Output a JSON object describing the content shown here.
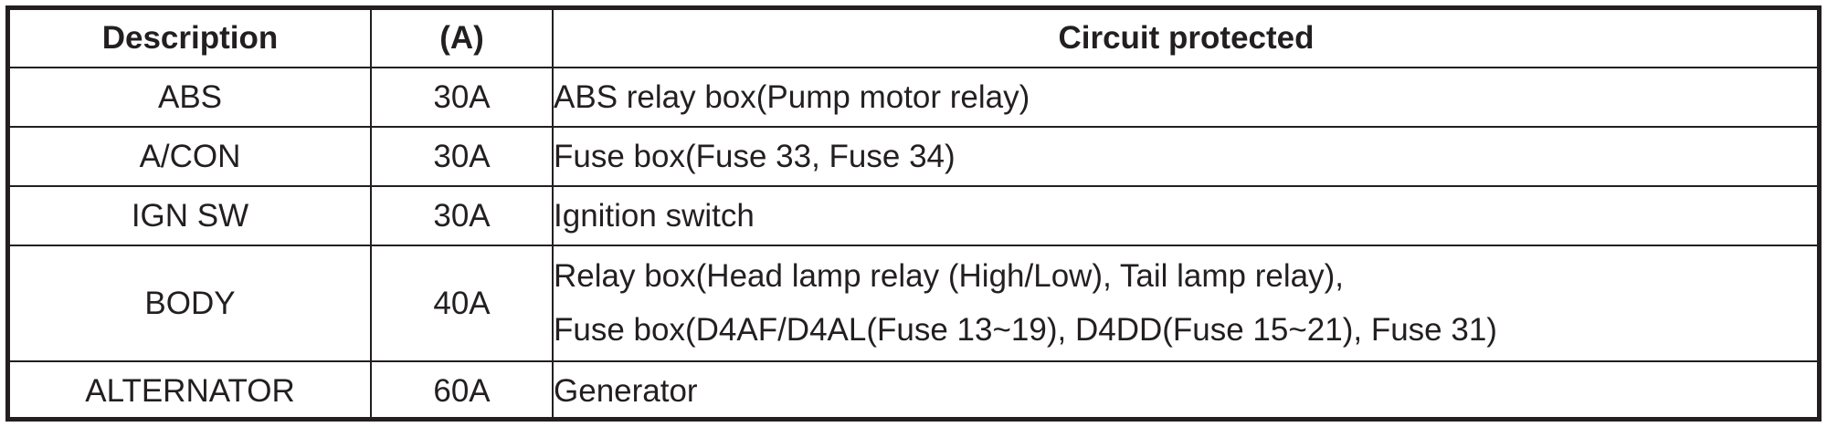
{
  "table": {
    "headers": [
      "Description",
      "(A)",
      "Circuit protected"
    ],
    "rows": [
      {
        "description": "ABS",
        "amps": "30A",
        "circuit": [
          "ABS relay box(Pump motor relay)"
        ]
      },
      {
        "description": "A/CON",
        "amps": "30A",
        "circuit": [
          "Fuse box(Fuse 33, Fuse 34)"
        ]
      },
      {
        "description": "IGN SW",
        "amps": "30A",
        "circuit": [
          "Ignition switch"
        ]
      },
      {
        "description": "BODY",
        "amps": "40A",
        "circuit": [
          "Relay box(Head lamp relay (High/Low), Tail lamp relay),",
          "Fuse box(D4AF/D4AL(Fuse 13~19), D4DD(Fuse 15~21), Fuse 31)"
        ]
      },
      {
        "description": "ALTERNATOR",
        "amps": "60A",
        "circuit": [
          "Generator"
        ]
      }
    ]
  }
}
